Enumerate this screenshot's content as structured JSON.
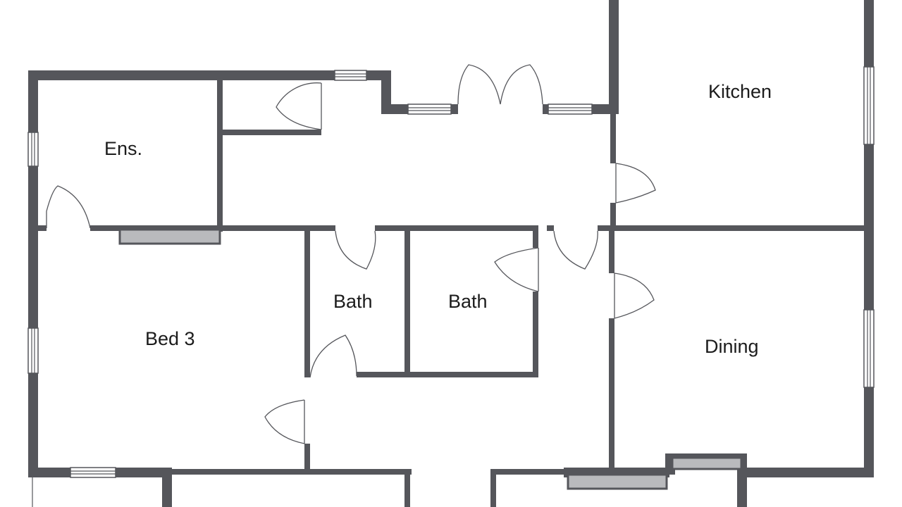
{
  "rooms": {
    "kitchen": "Kitchen",
    "ensuite": "Ens.",
    "bath_left": "Bath",
    "bath_right": "Bath",
    "bed3": "Bed 3",
    "dining": "Dining"
  },
  "colors": {
    "wall": "#55565b",
    "fitting": "#b9babd",
    "background": "#ffffff"
  }
}
